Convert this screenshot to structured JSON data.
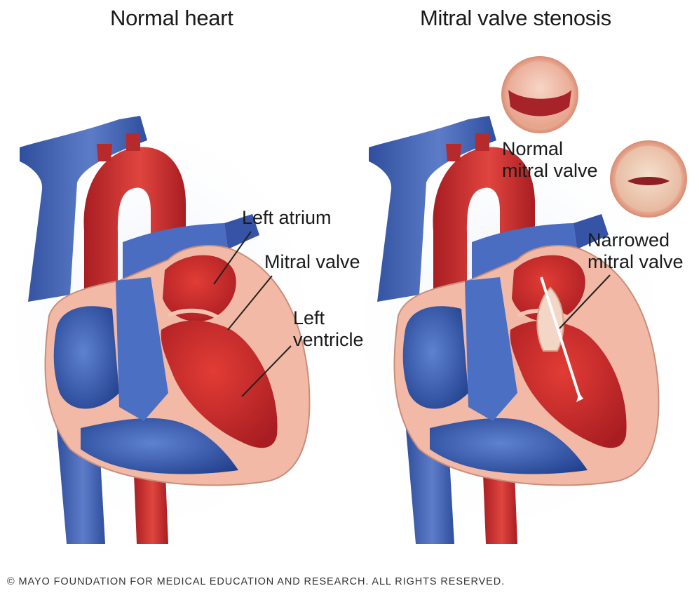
{
  "titles": {
    "left": "Normal heart",
    "right": "Mitral valve stenosis"
  },
  "labels": {
    "left_atrium": "Left atrium",
    "mitral_valve": "Mitral valve",
    "left_ventricle": "Left\nventricle",
    "normal_mitral_valve": "Normal\nmitral valve",
    "narrowed_mitral_valve": "Narrowed\nmitral valve"
  },
  "copyright": "© MAYO FOUNDATION FOR MEDICAL EDUCATION AND RESEARCH. ALL RIGHTS RESERVED.",
  "colors": {
    "oxygenated": "#c8262b",
    "deoxygenated": "#3d5fb3",
    "wall": "#f1b9a6"
  }
}
